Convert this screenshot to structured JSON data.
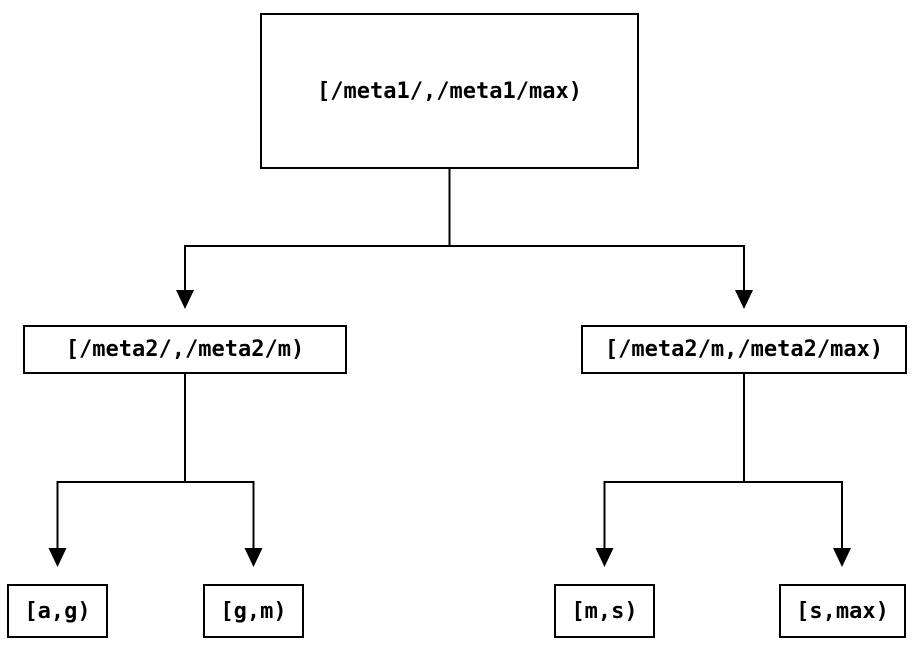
{
  "diagram": {
    "type": "tree",
    "nodes": {
      "root": {
        "id": "root",
        "label": "[/meta1/,/meta1/max)"
      },
      "mid_left": {
        "id": "mid_left",
        "label": "[/meta2/,/meta2/m)"
      },
      "mid_right": {
        "id": "mid_right",
        "label": "[/meta2/m,/meta2/max)"
      },
      "leaf_ag": {
        "id": "leaf_ag",
        "label": "[a,g)"
      },
      "leaf_gm": {
        "id": "leaf_gm",
        "label": "[g,m)"
      },
      "leaf_ms": {
        "id": "leaf_ms",
        "label": "[m,s)"
      },
      "leaf_smax": {
        "id": "leaf_smax",
        "label": "[s,max)"
      }
    },
    "edges": [
      {
        "from": "root",
        "to": "mid_left",
        "arrow": "down"
      },
      {
        "from": "root",
        "to": "mid_right",
        "arrow": "down"
      },
      {
        "from": "mid_left",
        "to": "leaf_ag",
        "arrow": "down"
      },
      {
        "from": "mid_left",
        "to": "leaf_gm",
        "arrow": "down"
      },
      {
        "from": "mid_right",
        "to": "leaf_ms",
        "arrow": "down"
      },
      {
        "from": "mid_right",
        "to": "leaf_smax",
        "arrow": "down"
      }
    ],
    "colors": {
      "background": "#ffffff",
      "line": "#000000",
      "box_border": "#000000",
      "text": "#000000"
    }
  }
}
